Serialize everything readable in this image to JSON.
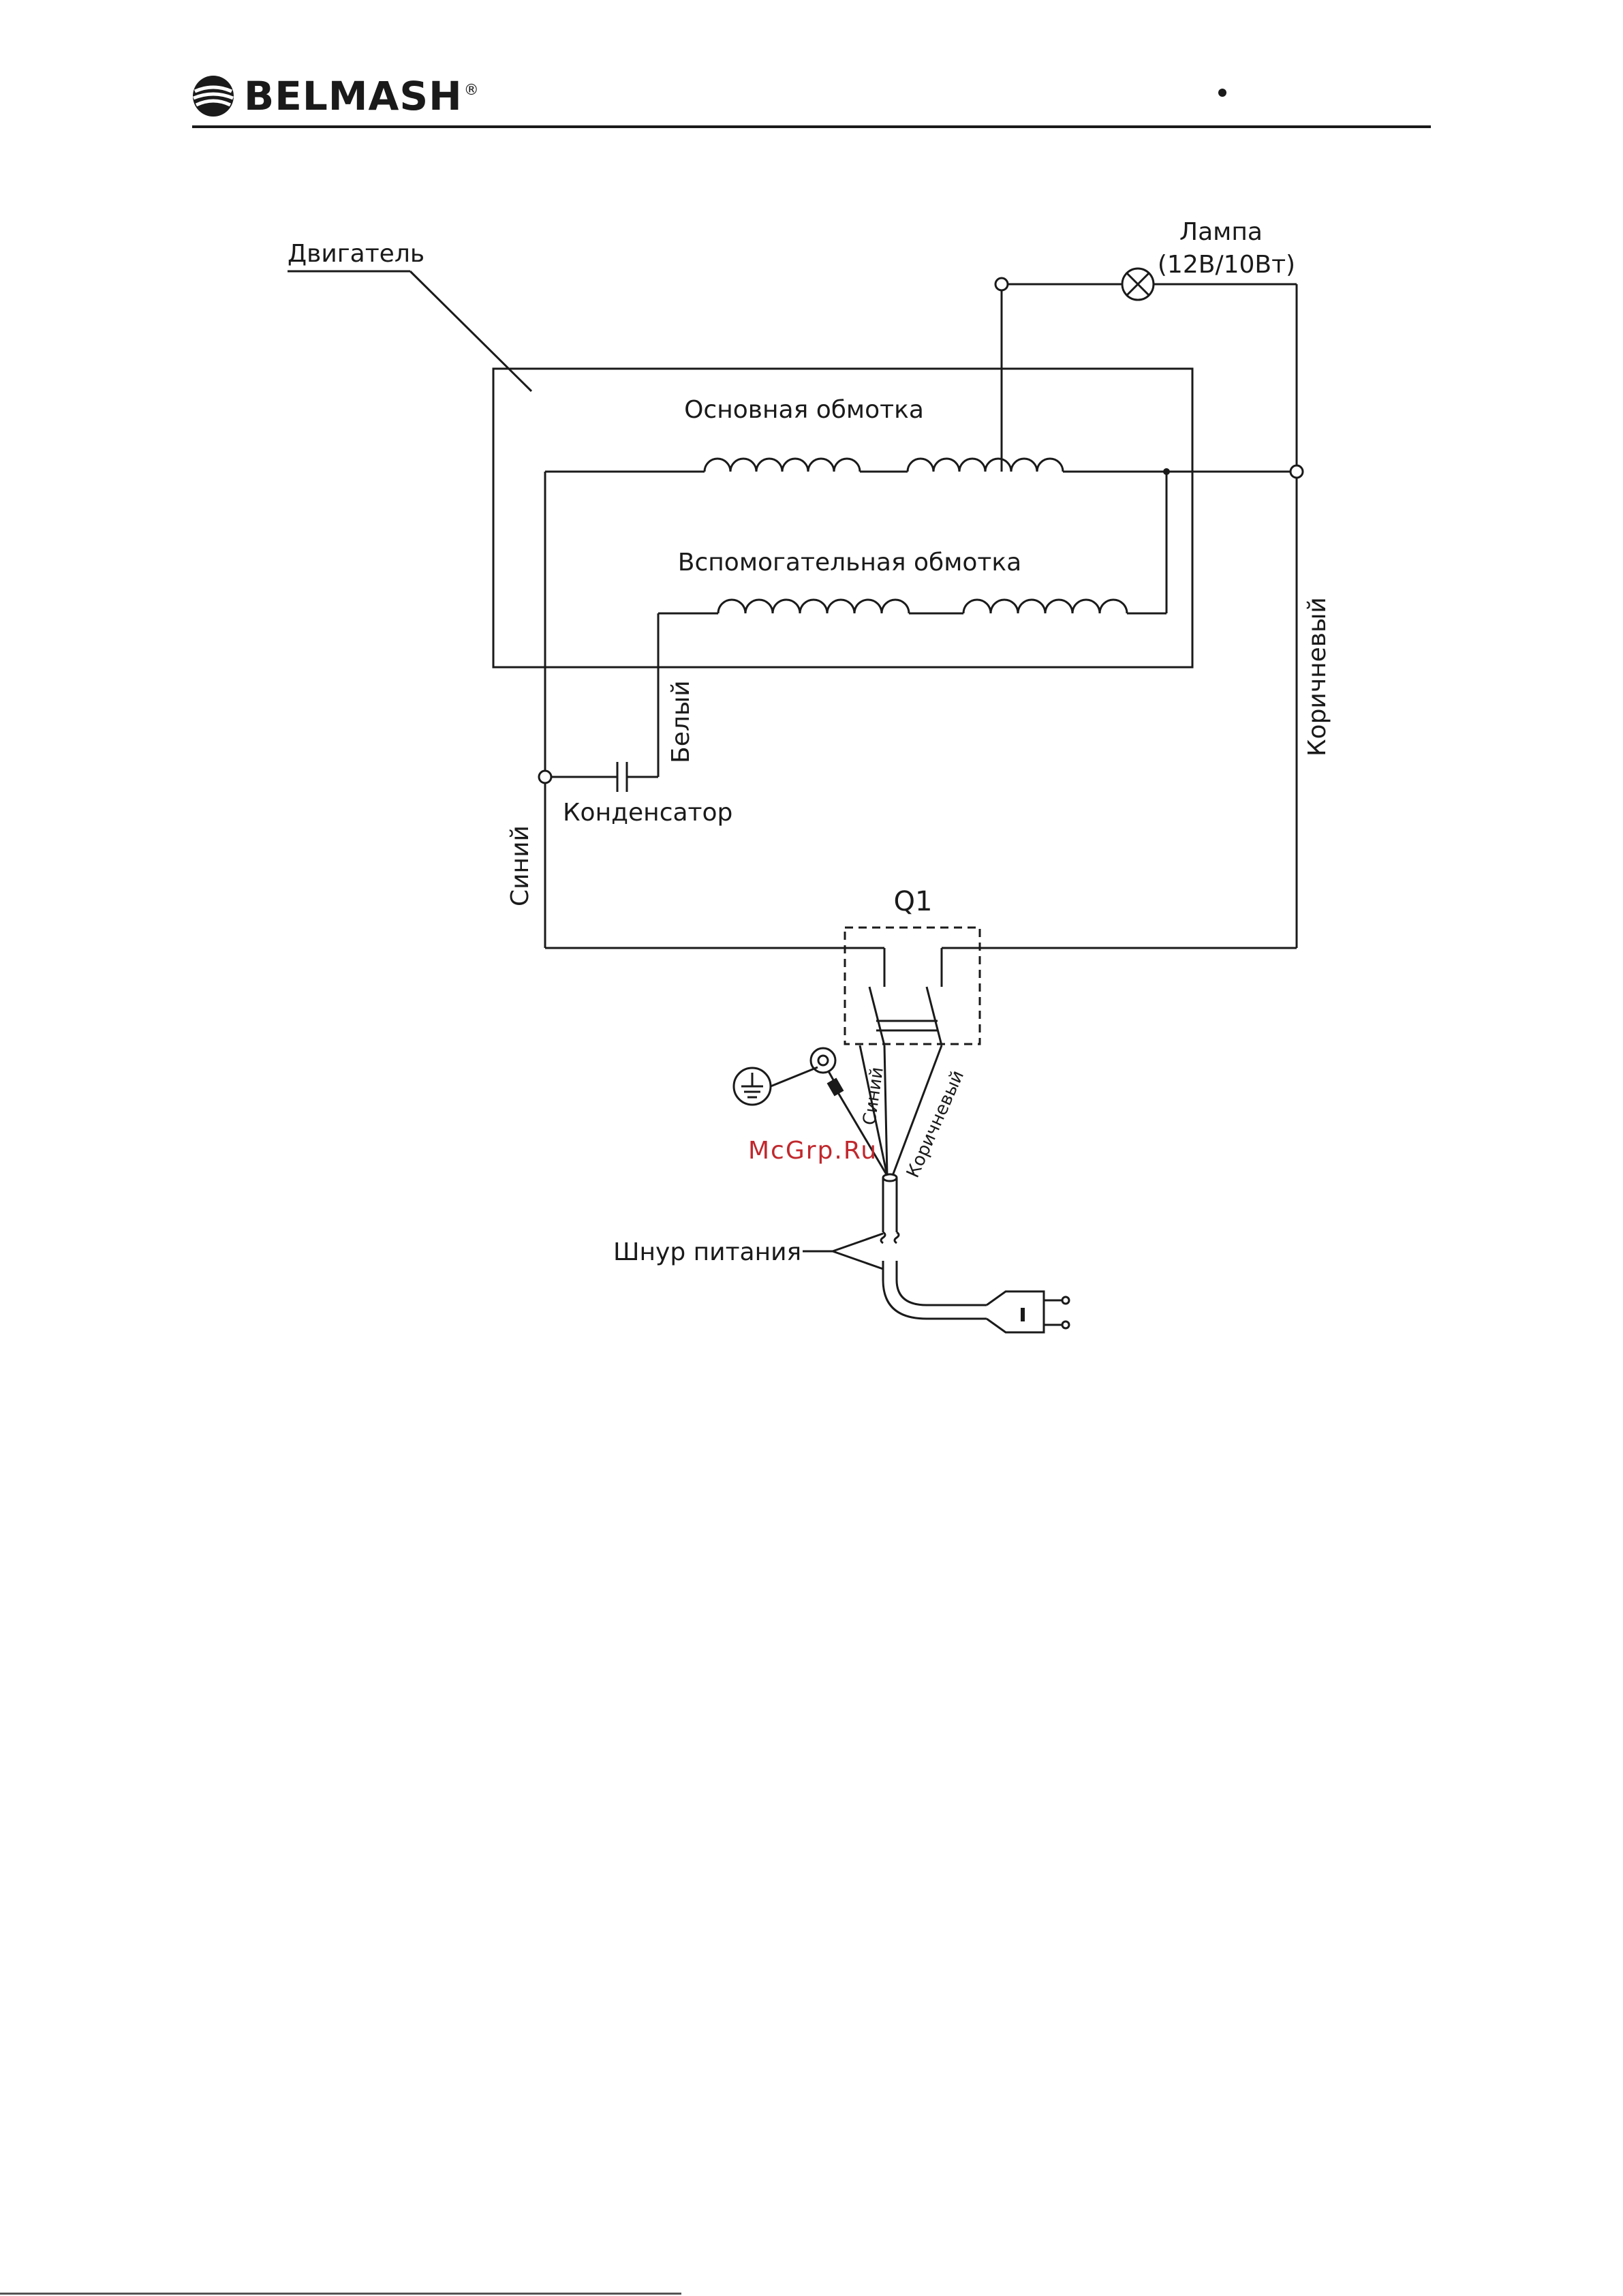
{
  "header": {
    "brand": "BELMASH",
    "registered_mark": "®",
    "logo_icon": "belmash-waves-icon"
  },
  "diagram": {
    "motor_label": "Двигатель",
    "lamp_label": "Лампа",
    "lamp_rating": "(12В/10Вт)",
    "main_winding_label": "Основная обмотка",
    "aux_winding_label": "Вспомогательная обмотка",
    "wire_white": "Белый",
    "wire_brown": "Коричневый",
    "wire_blue": "Синий",
    "capacitor_label": "Конденсатор",
    "switch_label": "Q1",
    "cord_wire_blue": "Синий",
    "cord_wire_brown": "Коричневый",
    "power_cord_label": "Шнур питания",
    "watermark": "McGrp.Ru"
  },
  "colors": {
    "line": "#1a1a1a",
    "watermark": "#c0282d"
  }
}
